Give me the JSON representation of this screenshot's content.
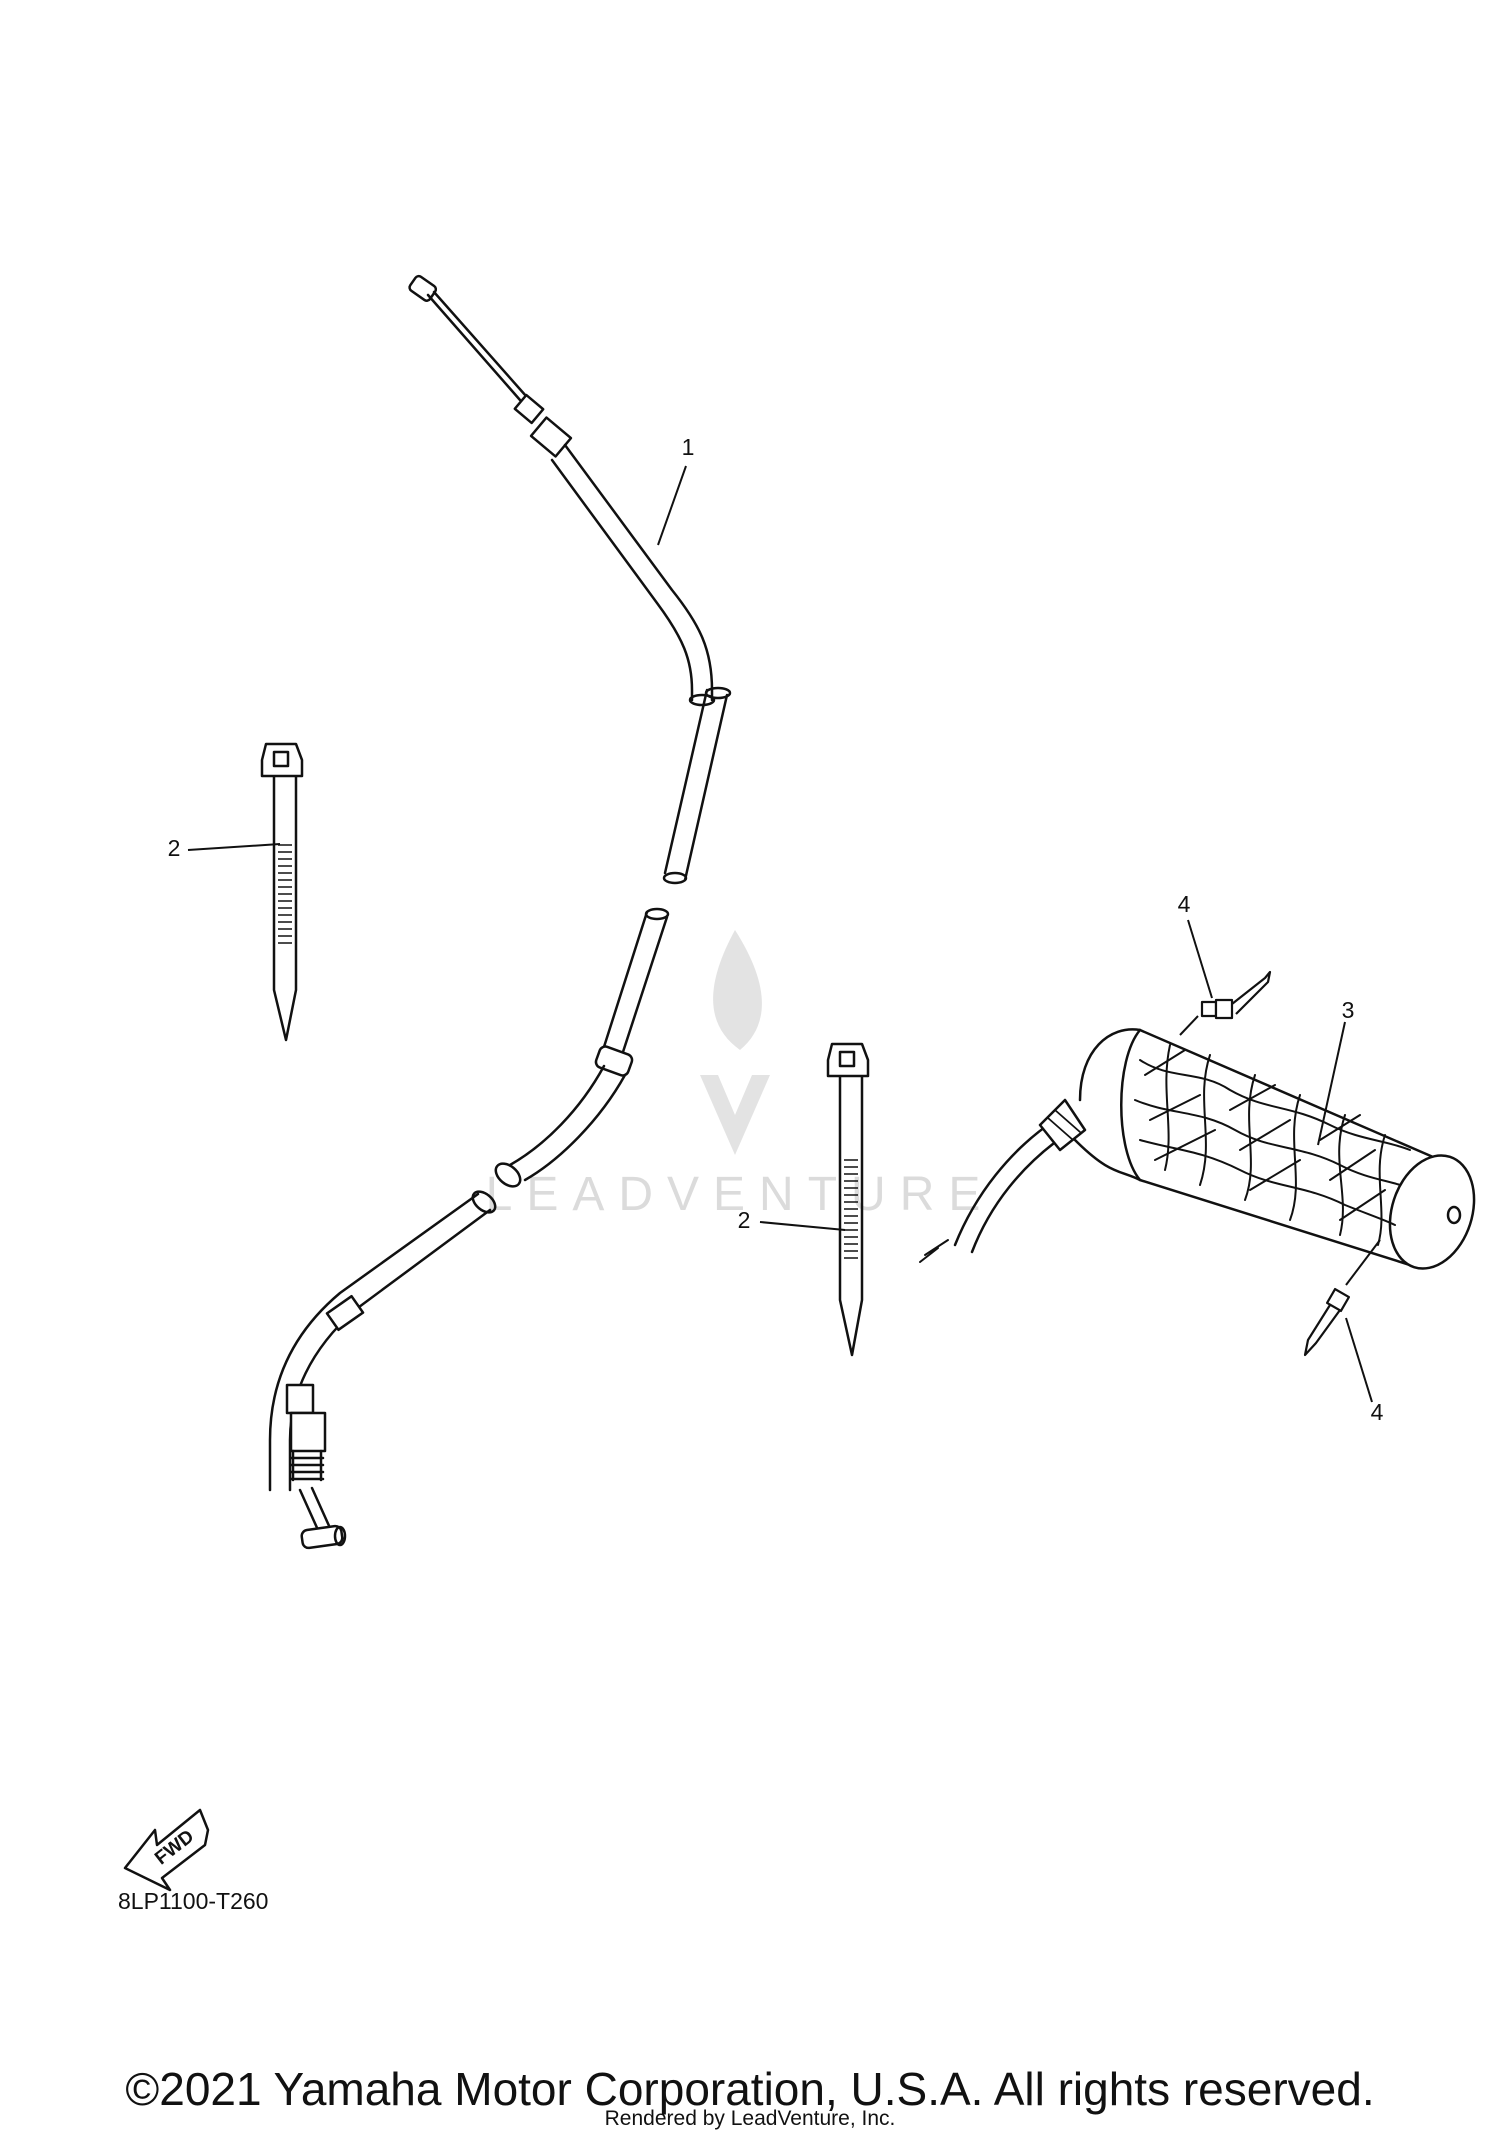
{
  "callouts": {
    "c1": "1",
    "c2_left": "2",
    "c2_right": "2",
    "c3": "3",
    "c4_top": "4",
    "c4_bottom": "4"
  },
  "diagram_code": "8LP1100-T260",
  "fwd_label": "FWD",
  "watermark_text": "LEADVENTURE",
  "copyright": "©2021 Yamaha Motor Corporation, U.S.A. All rights reserved.",
  "rendered_by": "Rendered by LeadVenture, Inc."
}
